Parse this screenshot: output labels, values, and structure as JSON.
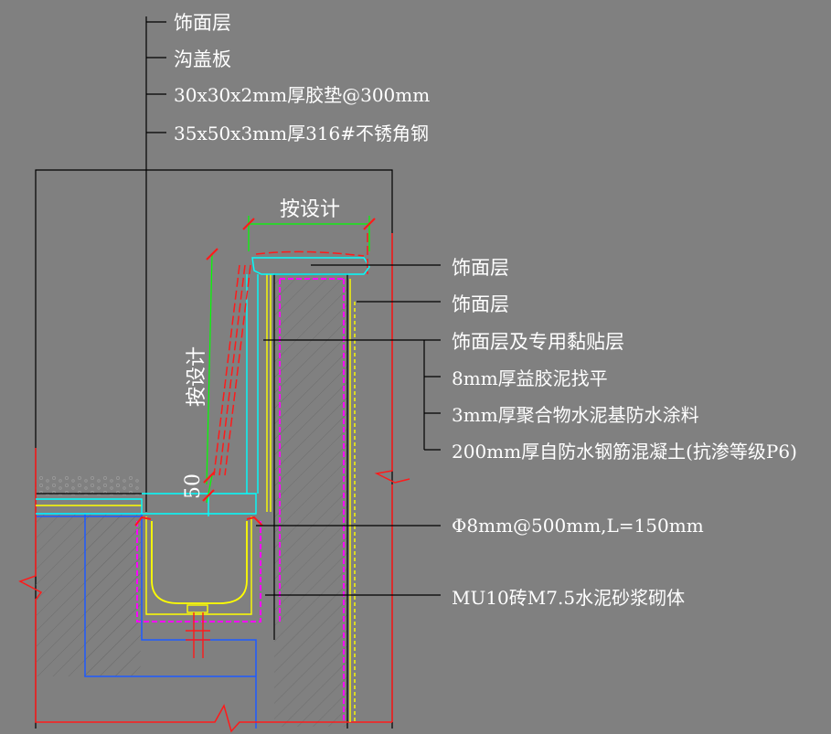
{
  "top_callout": {
    "items": [
      "饰面层",
      "沟盖板",
      "30x30x2mm厚胶垫@300mm",
      "35x50x3mm厚316#不锈角钢"
    ]
  },
  "right_callouts": {
    "a": "饰面层",
    "b": "饰面层",
    "c_group": [
      "饰面层及专用黏贴层",
      "8mm厚益胶泥找平",
      "3mm厚聚合物水泥基防水涂料",
      "200mm厚自防水钢筋混凝土(抗渗等级P6)"
    ],
    "d": "Φ8mm@500mm,L=150mm",
    "e": "MU10砖M7.5水泥砂浆砌体"
  },
  "dimensions": {
    "top_width": "按设计",
    "side_height": "按设计",
    "base": "50"
  },
  "colors": {
    "background": "#808080",
    "linework": "#000000",
    "text": "#ffffff",
    "boundary_red": "#ff1a1a",
    "membrane_magenta": "#ff00ff",
    "finish_yellow": "#ffff00",
    "dimension_green": "#00ff00",
    "cover_cyan": "#00ffff",
    "fill_blue": "#1e5aff"
  }
}
